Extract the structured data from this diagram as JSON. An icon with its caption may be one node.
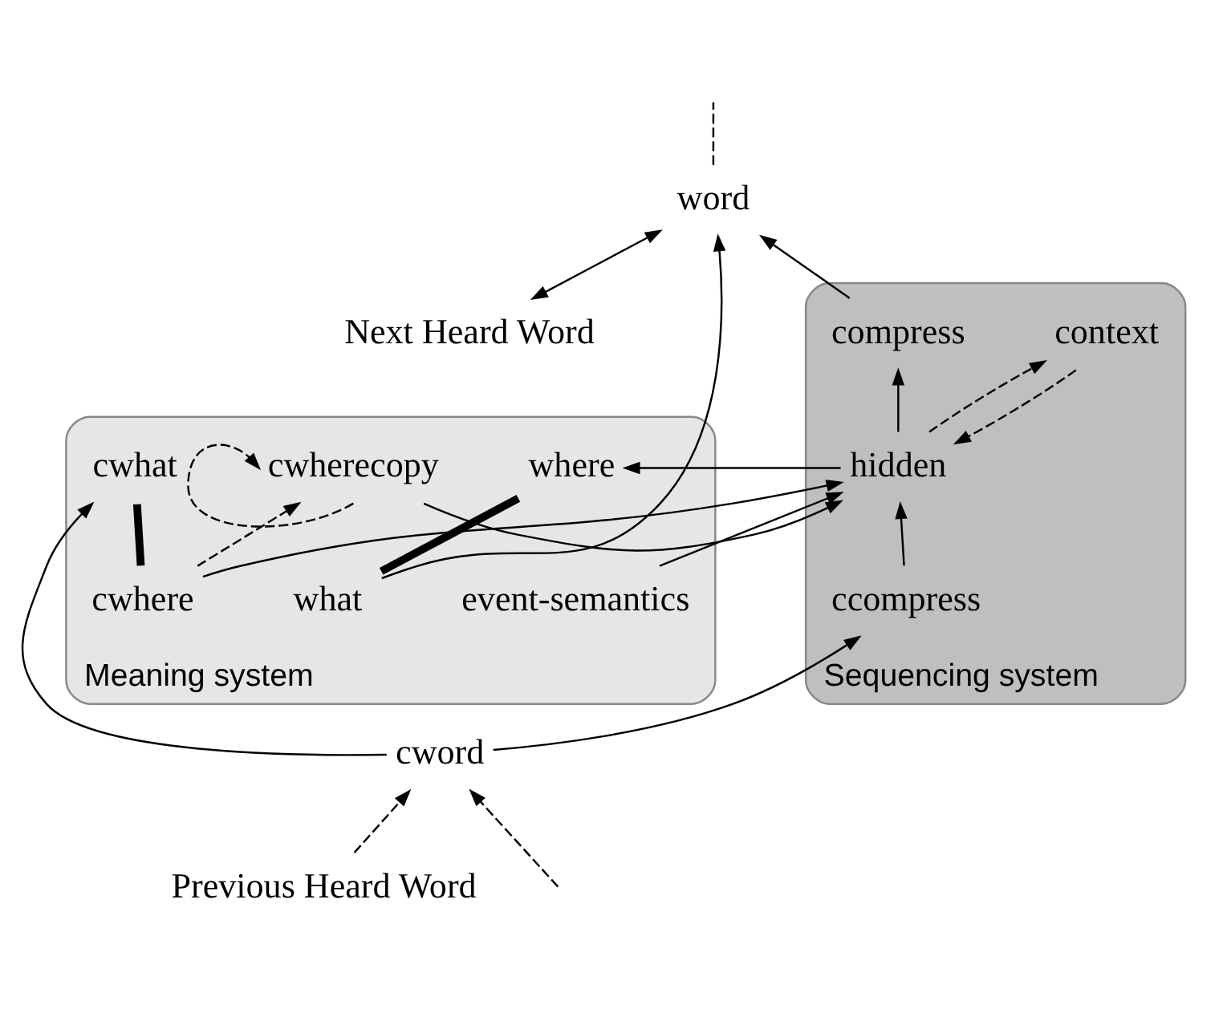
{
  "diagram": {
    "nodes": [
      {
        "text": [
          "Next Heard Word"
        ]
      },
      {
        "text": [
          "word"
        ]
      },
      {
        "text": [
          "Meaning system"
        ]
      },
      {
        "text": [
          "what"
        ],
        "in": 2
      },
      {
        "text": [
          "where"
        ],
        "in": 2
      },
      {
        "text": [
          "event-semantics"
        ],
        "in": 2
      },
      {
        "text": [
          "cwhere"
        ],
        "in": 2
      },
      {
        "text": [
          "cwherecopy"
        ],
        "in": 2
      },
      {
        "text": [
          "cwhat"
        ],
        "in": 2
      },
      {
        "text": [
          "Sequencing system"
        ]
      },
      {
        "text": [
          "compress"
        ],
        "in": 9
      },
      {
        "text": [
          "hidden"
        ],
        "in": 9
      },
      {
        "text": [
          "context"
        ],
        "in": 9
      },
      {
        "text": [
          "ccompress"
        ],
        "in": 9
      },
      {
        "text": [
          "cword"
        ]
      },
      {
        "text": [
          "Previous Heard Word"
        ]
      }
    ],
    "edges": [
      {
        "from": 0,
        "to": 1,
        "arrow": "both"
      },
      {
        "from": 1,
        "to": null,
        "arrow": "none",
        "style": "dashed"
      },
      {
        "from": 3,
        "to": 1,
        "arrow": "to"
      },
      {
        "from": 10,
        "to": 1,
        "arrow": "to"
      },
      {
        "from": 3,
        "to": 4,
        "arrow": "none",
        "style": "thick"
      },
      {
        "from": 11,
        "to": 4,
        "arrow": "to"
      },
      {
        "from": 11,
        "to": 10,
        "arrow": "to"
      },
      {
        "from": 5,
        "to": 11,
        "arrow": "to"
      },
      {
        "from": 7,
        "to": 11,
        "arrow": "to"
      },
      {
        "from": 6,
        "to": 11,
        "arrow": "to"
      },
      {
        "from": 6,
        "to": 7,
        "arrow": "to",
        "style": "dashed"
      },
      {
        "from": 7,
        "to": 7,
        "arrow": "to",
        "style": "dashed"
      },
      {
        "from": 6,
        "to": 8,
        "arrow": "none",
        "style": "thick"
      },
      {
        "from": 11,
        "to": 12,
        "arrow": "to",
        "style": "dashed"
      },
      {
        "from": 12,
        "to": 11,
        "arrow": "to",
        "style": "dashed"
      },
      {
        "from": 13,
        "to": 11,
        "arrow": "to"
      },
      {
        "from": 14,
        "to": 8,
        "arrow": "to"
      },
      {
        "from": 14,
        "to": 13,
        "arrow": "to"
      },
      {
        "from": null,
        "to": 14,
        "arrow": "to",
        "style": "dashed"
      },
      {
        "from": 15,
        "to": 14,
        "arrow": "to",
        "style": "dashed"
      }
    ]
  }
}
